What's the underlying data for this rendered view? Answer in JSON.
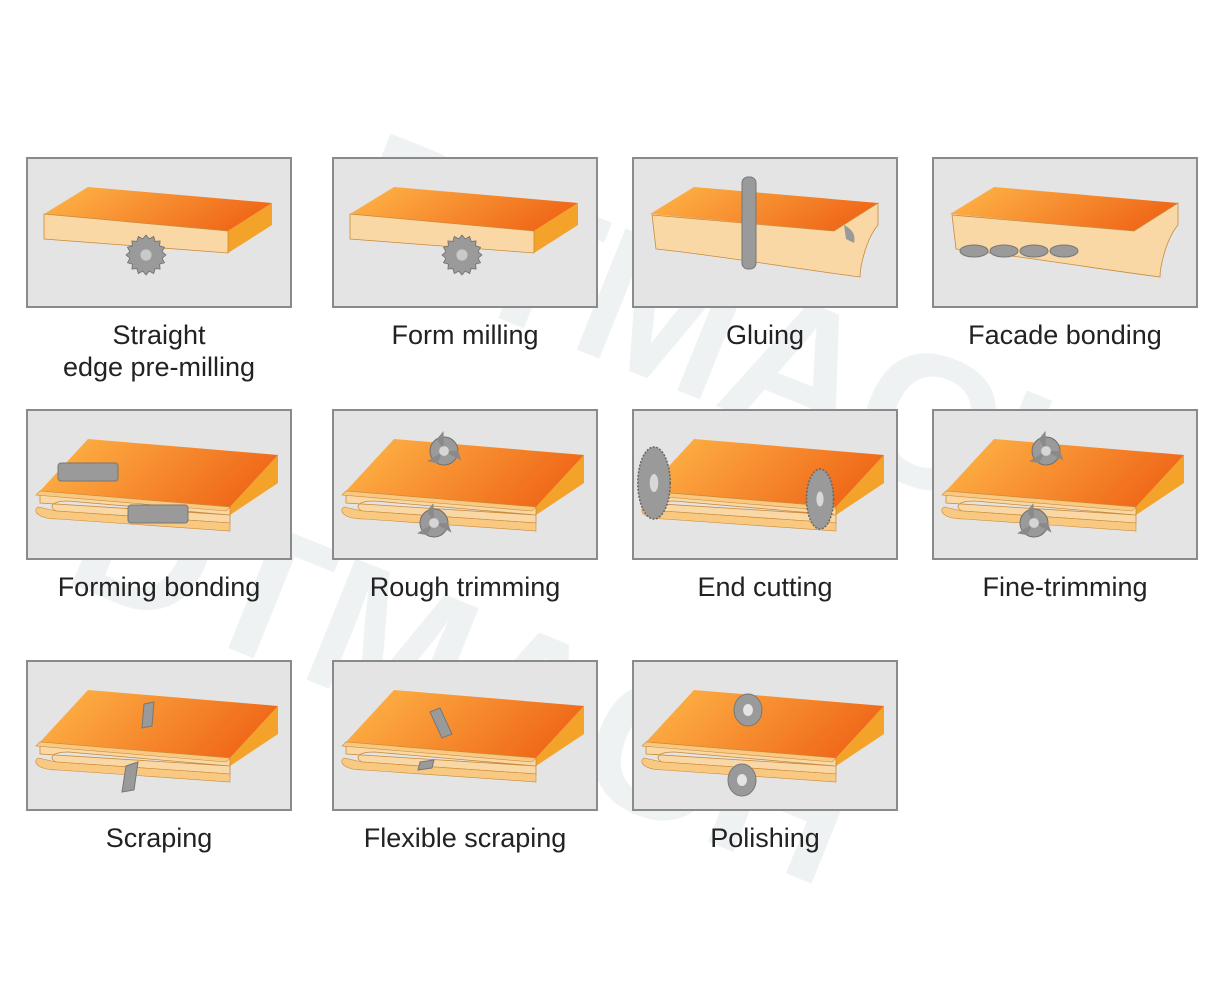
{
  "steps": [
    {
      "label": "Straight\nedge pre-milling",
      "kind": "premill"
    },
    {
      "label": "Form milling",
      "kind": "formmill"
    },
    {
      "label": "Gluing",
      "kind": "gluing"
    },
    {
      "label": "Facade bonding",
      "kind": "facade"
    },
    {
      "label": "Forming bonding",
      "kind": "forming"
    },
    {
      "label": "Rough trimming",
      "kind": "rough"
    },
    {
      "label": "End cutting",
      "kind": "endcut"
    },
    {
      "label": "Fine-trimming",
      "kind": "fine"
    },
    {
      "label": "Scraping",
      "kind": "scrape"
    },
    {
      "label": "Flexible scraping",
      "kind": "flexscrape"
    },
    {
      "label": "Polishing",
      "kind": "polish"
    }
  ],
  "watermark": "DTMACH",
  "colors": {
    "top_light": "#ffb84a",
    "top_dark": "#f06a1a",
    "edge": "#f3a22a",
    "front_face": "#fad8a6",
    "tool": "#9a9a9a",
    "panel_bg": "#e4e4e4",
    "panel_border": "#8a8a8a"
  }
}
